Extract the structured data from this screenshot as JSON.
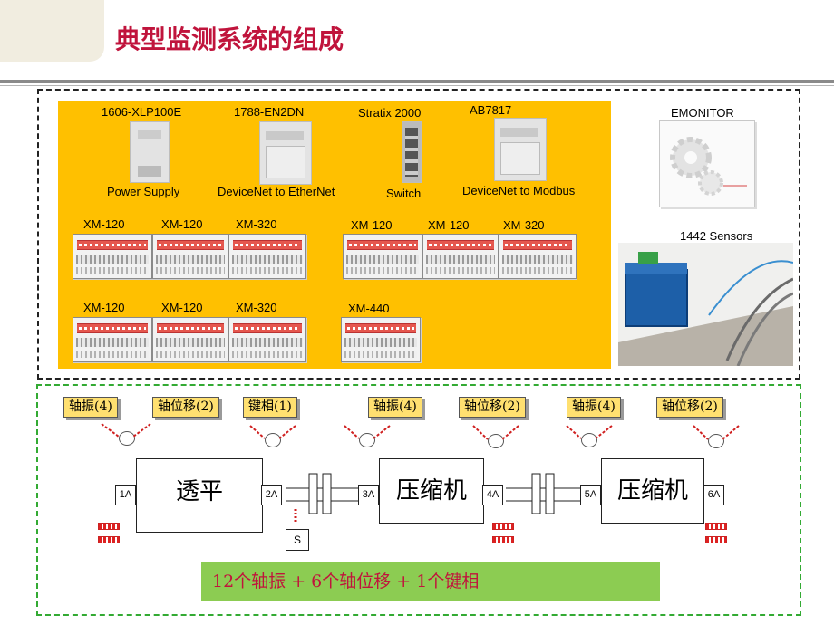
{
  "header": {
    "title": "典型监测系统的组成"
  },
  "top_panel": {
    "devices": [
      {
        "model": "1606-XLP100E",
        "caption": "Power Supply"
      },
      {
        "model": "1788-EN2DN",
        "caption": "DeviceNet  to EtherNet"
      },
      {
        "model": "Stratix 2000",
        "caption": "Switch"
      },
      {
        "model": "AB7817",
        "caption": "DeviceNet  to Modbus"
      }
    ],
    "module_rows": [
      [
        "XM-120",
        "XM-120",
        "XM-320"
      ],
      [
        "XM-120",
        "XM-120",
        "XM-320"
      ],
      [
        "XM-120",
        "XM-120",
        "XM-320"
      ],
      [
        "XM-440"
      ]
    ],
    "emonitor_label": "EMONITOR",
    "sensors_label": "1442 Sensors"
  },
  "train": {
    "signal_labels": [
      "轴振(4)",
      "轴位移(2)",
      "键相(1)",
      "轴振(4)",
      "轴位移(2)",
      "轴振(4)",
      "轴位移(2)"
    ],
    "machines": [
      "透平",
      "压缩机",
      "压缩机"
    ],
    "bearings": [
      "1A",
      "2A",
      "3A",
      "4A",
      "5A",
      "6A"
    ],
    "keyphasor": "S"
  },
  "summary": "12个轴振 + 6个轴位移 + 1个键相",
  "colors": {
    "title": "#c0143c",
    "panel": "#ffc000",
    "summary_bg": "#8ccc52",
    "label_bg": "#ffe070"
  }
}
